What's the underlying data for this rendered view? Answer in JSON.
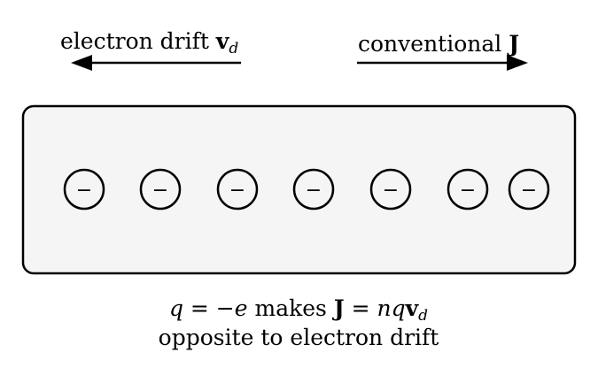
{
  "arrows": {
    "left": {
      "text": "electron drift ",
      "symbol": "v",
      "subscript": "d"
    },
    "right": {
      "text": "conventional ",
      "symbol": "J"
    }
  },
  "conductor": {
    "charge_symbol": "−",
    "charge_count": 7,
    "fill_color": "#f5f5f5",
    "stroke_color": "#000000"
  },
  "caption": {
    "line1": {
      "q": "q",
      "eq1": " = −",
      "e": "e",
      "mid": " makes ",
      "J": "J",
      "eq2": " = ",
      "nq": "nq",
      "v": "v",
      "d": "d"
    },
    "line2": "opposite to electron drift"
  }
}
